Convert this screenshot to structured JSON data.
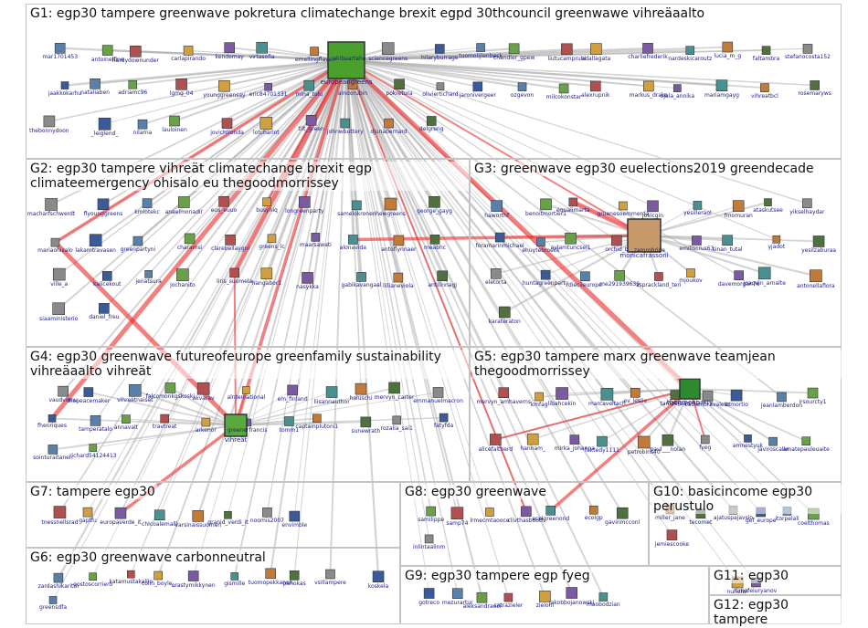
{
  "groups": [
    {
      "id": "G1",
      "label": "G1: egp30 tampere greenwave pokretura climatechange brexit egpd 30thcouncil greenwawe vihreäaalto"
    },
    {
      "id": "G2",
      "label": "G2: egp30 tampere vihreät climatechange brexit egp climateemergency ohisalo eu thegoodmorrissey"
    },
    {
      "id": "G3",
      "label": "G3: greenwave egp30 euelections2019 greendecade"
    },
    {
      "id": "G4",
      "label": "G4: egp30 greenwave futureofeurope greenfamily sustainability vihreäaalto vihreät"
    },
    {
      "id": "G5",
      "label": "G5: egp30 tampere marx greenwave teamjean thegoodmorrissey"
    },
    {
      "id": "G6",
      "label": "G6: egp30 greenwave carbonneutral"
    },
    {
      "id": "G7",
      "label": "G7: tampere egp30"
    },
    {
      "id": "G8",
      "label": "G8: egp30 greenwave"
    },
    {
      "id": "G9",
      "label": "G9: egp30 tampere egp fyeg"
    },
    {
      "id": "G10",
      "label": "G10: basicincome egp30 perustulo"
    },
    {
      "id": "G11",
      "label": "G11: egp30"
    },
    {
      "id": "G12",
      "label": "G12: egp30 tampere"
    }
  ],
  "hubs": [
    {
      "id": "europeangreens",
      "label": "europeangreens",
      "group": "G1",
      "color": "#4aa02c"
    },
    {
      "id": "monicafrassoni",
      "label": "monicafrassoni",
      "group": "G3",
      "color": "#c89a6a"
    },
    {
      "id": "thegreenparty",
      "label": "thegreenparty",
      "group": "G5",
      "color": "#2f8a2f"
    },
    {
      "id": "vihreat",
      "label": "vihreät",
      "group": "G4",
      "color": "#5aa840"
    }
  ],
  "nodes": [
    {
      "id": "n1",
      "label": "mar1701453",
      "group": "G1"
    },
    {
      "id": "n2",
      "label": "antoinelfine",
      "group": "G1"
    },
    {
      "id": "n3",
      "label": "hardydownunder",
      "group": "G1"
    },
    {
      "id": "n4",
      "label": "carlapirando",
      "group": "G1"
    },
    {
      "id": "n5",
      "label": "kendemay",
      "group": "G1"
    },
    {
      "id": "n6",
      "label": "virtasofia",
      "group": "G1"
    },
    {
      "id": "n7",
      "label": "emellingflavel",
      "group": "G1"
    },
    {
      "id": "n8",
      "label": "akibaartaho",
      "group": "G1"
    },
    {
      "id": "n9",
      "label": "sciencegreens",
      "group": "G1"
    },
    {
      "id": "n10",
      "label": "hilaryburrage",
      "group": "G1"
    },
    {
      "id": "n11",
      "label": "tuomolijlenbeck",
      "group": "G1"
    },
    {
      "id": "n12",
      "label": "chandler_gpew",
      "group": "G1"
    },
    {
      "id": "n13",
      "label": "liutucamprubi",
      "group": "G1"
    },
    {
      "id": "n14",
      "label": "adallagata",
      "group": "G1"
    },
    {
      "id": "n15",
      "label": "charliefrederik",
      "group": "G1"
    },
    {
      "id": "n16",
      "label": "nardeskicaroutz",
      "group": "G1"
    },
    {
      "id": "n17",
      "label": "lucia_m_g",
      "group": "G1"
    },
    {
      "id": "n18",
      "label": "faltambra",
      "group": "G1"
    },
    {
      "id": "n19",
      "label": "stefanocosta152",
      "group": "G1"
    },
    {
      "id": "n20",
      "label": "jaakkokarhu",
      "group": "G1"
    },
    {
      "id": "n21",
      "label": "nataliaben",
      "group": "G1"
    },
    {
      "id": "n22",
      "label": "adriamc96",
      "group": "G1"
    },
    {
      "id": "n23",
      "label": "lgmg_04",
      "group": "G1"
    },
    {
      "id": "n24",
      "label": "younggreensay",
      "group": "G1"
    },
    {
      "id": "n25",
      "label": "eric84701331",
      "group": "G1"
    },
    {
      "id": "n26",
      "label": "mina_tolu",
      "group": "G1"
    },
    {
      "id": "n27",
      "label": "aindorubin",
      "group": "G1"
    },
    {
      "id": "n28",
      "label": "pokretura",
      "group": "G1"
    },
    {
      "id": "n29",
      "label": "oliviertichard",
      "group": "G1"
    },
    {
      "id": "n30",
      "label": "jaronivergeer",
      "group": "G1"
    },
    {
      "id": "n31",
      "label": "ozgevon",
      "group": "G1"
    },
    {
      "id": "n32",
      "label": "milcokonstar",
      "group": "G1"
    },
    {
      "id": "n33",
      "label": "alexrupnik",
      "group": "G1"
    },
    {
      "id": "n34",
      "label": "markus_drake",
      "group": "G1"
    },
    {
      "id": "n35",
      "label": "ojala_annika",
      "group": "G1"
    },
    {
      "id": "n36",
      "label": "mariamgayg",
      "group": "G1"
    },
    {
      "id": "n37",
      "label": "vihreatbcl",
      "group": "G1"
    },
    {
      "id": "n38",
      "label": "rosemaryws",
      "group": "G1"
    },
    {
      "id": "n39",
      "label": "thebonnydoon",
      "group": "G1"
    },
    {
      "id": "n40",
      "label": "_leiglend_",
      "group": "G1"
    },
    {
      "id": "n41",
      "label": "nilarna",
      "group": "G1"
    },
    {
      "id": "n42",
      "label": "lauloinen",
      "group": "G1"
    },
    {
      "id": "n43",
      "label": "jovichironda",
      "group": "G1"
    },
    {
      "id": "n44",
      "label": "lotcharlot",
      "group": "G1"
    },
    {
      "id": "n45",
      "label": "tilt_green",
      "group": "G1"
    },
    {
      "id": "n46",
      "label": "johnwbuttery",
      "group": "G1"
    },
    {
      "id": "n47",
      "label": "djunabernard",
      "group": "G1"
    },
    {
      "id": "n48",
      "label": "delgreng",
      "group": "G1"
    },
    {
      "id": "n49",
      "label": "macharfschwerdt",
      "group": "G2"
    },
    {
      "id": "n50",
      "label": "flyounggreens",
      "group": "G2"
    },
    {
      "id": "n51",
      "label": "kmlotekc",
      "group": "G2"
    },
    {
      "id": "n52",
      "label": "anaelmonadir",
      "group": "G2"
    },
    {
      "id": "n53",
      "label": "eus_euuo",
      "group": "G2"
    },
    {
      "id": "n54",
      "label": "busyhiq",
      "group": "G2"
    },
    {
      "id": "n55",
      "label": "longreenparty",
      "group": "G2"
    },
    {
      "id": "n56",
      "label": "samelokronen",
      "group": "G2"
    },
    {
      "id": "n57",
      "label": "hewgreens",
      "group": "G2"
    },
    {
      "id": "n58",
      "label": "george_gayg",
      "group": "G2"
    },
    {
      "id": "n59",
      "label": "mariaohisalo",
      "group": "G2"
    },
    {
      "id": "n60",
      "label": "lakamtravasen",
      "group": "G2"
    },
    {
      "id": "n61",
      "label": "greenpartyni",
      "group": "G2"
    },
    {
      "id": "n62",
      "label": "charamsi",
      "group": "G2"
    },
    {
      "id": "n63",
      "label": "clarebellaygni",
      "group": "G2"
    },
    {
      "id": "n64",
      "label": "greens_lc",
      "group": "G2"
    },
    {
      "id": "n65",
      "label": "maarsawati",
      "group": "G2"
    },
    {
      "id": "n66",
      "label": "alonavida",
      "group": "G2"
    },
    {
      "id": "n67",
      "label": "antoflynnaer",
      "group": "G2"
    },
    {
      "id": "n68",
      "label": "meabhc",
      "group": "G2"
    },
    {
      "id": "n69",
      "label": "ville_a",
      "group": "G2"
    },
    {
      "id": "n70",
      "label": "kalicekout",
      "group": "G2"
    },
    {
      "id": "n71",
      "label": "jenatsura",
      "group": "G2"
    },
    {
      "id": "n72",
      "label": "jochanito",
      "group": "G2"
    },
    {
      "id": "n73",
      "label": "liris_suomela",
      "group": "G2"
    },
    {
      "id": "n74",
      "label": "hangabor1",
      "group": "G2"
    },
    {
      "id": "n75",
      "label": "nasykka",
      "group": "G2"
    },
    {
      "id": "n76",
      "label": "gabikavangaal",
      "group": "G2"
    },
    {
      "id": "n77",
      "label": "lillianeviola",
      "group": "G2"
    },
    {
      "id": "n78",
      "label": "antilinnagj",
      "group": "G2"
    },
    {
      "id": "n79",
      "label": "siaaministerio",
      "group": "G2"
    },
    {
      "id": "n80",
      "label": "daniel_freu",
      "group": "G2"
    },
    {
      "id": "n81",
      "label": "haworthf",
      "group": "G3"
    },
    {
      "id": "n82",
      "label": "benoitmortier1",
      "group": "G3"
    },
    {
      "id": "n83",
      "label": "equalimarta",
      "group": "G3"
    },
    {
      "id": "n84",
      "label": "gruenesoemmerda",
      "group": "G3"
    },
    {
      "id": "n85",
      "label": "jovicgin",
      "group": "G3"
    },
    {
      "id": "n86",
      "label": "yesilleraol",
      "group": "G3"
    },
    {
      "id": "n87",
      "label": "fmomuran",
      "group": "G3"
    },
    {
      "id": "n88",
      "label": "ataskutsee",
      "group": "G3"
    },
    {
      "id": "n89",
      "label": "yikselhaydar",
      "group": "G3"
    },
    {
      "id": "n90",
      "label": "foramarinmichael",
      "group": "G3"
    },
    {
      "id": "n91",
      "label": "ehuytebroeck",
      "group": "G3"
    },
    {
      "id": "n92",
      "label": "aylamtuncsel1",
      "group": "G3"
    },
    {
      "id": "n93",
      "label": "orchid_b",
      "group": "G3"
    },
    {
      "id": "n94",
      "label": "zamrobride",
      "group": "G3"
    },
    {
      "id": "n95",
      "label": "emiliscrus63",
      "group": "G3"
    },
    {
      "id": "n96",
      "label": "sinan_tutal",
      "group": "G3"
    },
    {
      "id": "n97",
      "label": "yjadot",
      "group": "G3"
    },
    {
      "id": "n98",
      "label": "yesilzaburaa",
      "group": "G3"
    },
    {
      "id": "n99",
      "label": "eletorta",
      "group": "G3"
    },
    {
      "id": "n100",
      "label": "huntagreenparty",
      "group": "G3"
    },
    {
      "id": "n101",
      "label": "diecileurope",
      "group": "G3"
    },
    {
      "id": "n102",
      "label": "me291939639",
      "group": "G3"
    },
    {
      "id": "n103",
      "label": "zsprackland_teri",
      "group": "G3"
    },
    {
      "id": "n104",
      "label": "mjoukov",
      "group": "G3"
    },
    {
      "id": "n105",
      "label": "davemorgan76",
      "group": "G3"
    },
    {
      "id": "n106",
      "label": "joaquin_arnalte",
      "group": "G3"
    },
    {
      "id": "n107",
      "label": "antonellaflora",
      "group": "G3"
    },
    {
      "id": "n108",
      "label": "karateraton",
      "group": "G3"
    },
    {
      "id": "n109",
      "label": "vaudvianu",
      "group": "G4"
    },
    {
      "id": "n110",
      "label": "thepeacemaker",
      "group": "G4"
    },
    {
      "id": "n111",
      "label": "vihreatnaiset",
      "group": "G4"
    },
    {
      "id": "n112",
      "label": "falcomonkgskoski",
      "group": "G4"
    },
    {
      "id": "n113",
      "label": "akvarav",
      "group": "G4"
    },
    {
      "id": "n114",
      "label": "alnternational",
      "group": "G4"
    },
    {
      "id": "n115",
      "label": "em_finland",
      "group": "G4"
    },
    {
      "id": "n116",
      "label": "liisannauthor",
      "group": "G4"
    },
    {
      "id": "n117",
      "label": "haluschi",
      "group": "G4"
    },
    {
      "id": "n118",
      "label": "mervyn_carter",
      "group": "G4"
    },
    {
      "id": "n119",
      "label": "emmanuelmacron",
      "group": "G4"
    },
    {
      "id": "n120",
      "label": "fhenriques",
      "group": "G4"
    },
    {
      "id": "n121",
      "label": "tamperatalo",
      "group": "G4"
    },
    {
      "id": "n122",
      "label": "annavalt",
      "group": "G4"
    },
    {
      "id": "n123",
      "label": "travtreat",
      "group": "G4"
    },
    {
      "id": "n124",
      "label": "arkenor",
      "group": "G4"
    },
    {
      "id": "n125",
      "label": "greenerfrancis",
      "group": "G4"
    },
    {
      "id": "n126",
      "label": "tomm1",
      "group": "G4"
    },
    {
      "id": "n127",
      "label": "captainplutoni1",
      "group": "G4"
    },
    {
      "id": "n128",
      "label": "sunewrath",
      "group": "G4"
    },
    {
      "id": "n129",
      "label": "rozalia_sai1",
      "group": "G4"
    },
    {
      "id": "n130",
      "label": "fatyfda",
      "group": "G4"
    },
    {
      "id": "n131",
      "label": "sointuraitanen",
      "group": "G4"
    },
    {
      "id": "n132",
      "label": "richard54124413",
      "group": "G4"
    },
    {
      "id": "n133",
      "label": "mervyn_amhaverns",
      "group": "G5"
    },
    {
      "id": "n134",
      "label": "kmfag",
      "group": "G5"
    },
    {
      "id": "n135",
      "label": "libahcekin",
      "group": "G5"
    },
    {
      "id": "n136",
      "label": "marcaveltach",
      "group": "G5"
    },
    {
      "id": "n137",
      "label": "ev_leslie",
      "group": "G5"
    },
    {
      "id": "n138",
      "label": "tamperean",
      "group": "G5"
    },
    {
      "id": "n139",
      "label": "cathenbravalettt",
      "group": "G5"
    },
    {
      "id": "n140",
      "label": "ermortio",
      "group": "G5"
    },
    {
      "id": "n141",
      "label": "jeanlamberdon",
      "group": "G5"
    },
    {
      "id": "n142",
      "label": "irsourcty1",
      "group": "G5"
    },
    {
      "id": "n143",
      "label": "alicefaltherd",
      "group": "G5"
    },
    {
      "id": "n144",
      "label": "hannam_",
      "group": "G5"
    },
    {
      "id": "n145",
      "label": "mirka_johanna",
      "group": "G5"
    },
    {
      "id": "n146",
      "label": "faktedy1111",
      "group": "G5"
    },
    {
      "id": "n147",
      "label": "petrobins40",
      "group": "G5"
    },
    {
      "id": "n148",
      "label": "paul___nolan",
      "group": "G5"
    },
    {
      "id": "n149",
      "label": "fyeg",
      "group": "G5"
    },
    {
      "id": "n150",
      "label": "amnestyuk",
      "group": "G5"
    },
    {
      "id": "n151",
      "label": "javiroscalle",
      "group": "G5"
    },
    {
      "id": "n152",
      "label": "amatepauleuaite",
      "group": "G5"
    },
    {
      "id": "n153",
      "label": "tnessnellsrad",
      "group": "G7"
    },
    {
      "id": "n154",
      "label": "gaptfu",
      "group": "G7"
    },
    {
      "id": "n155",
      "label": "europaverde_it",
      "group": "G7"
    },
    {
      "id": "n156",
      "label": "chlcoalemalll",
      "group": "G7"
    },
    {
      "id": "n157",
      "label": "varsinaissuomen",
      "group": "G7"
    },
    {
      "id": "n158",
      "label": "granid_verdi_it",
      "group": "G7"
    },
    {
      "id": "n159",
      "label": "noomis2007",
      "group": "G7"
    },
    {
      "id": "n160",
      "label": "envimble",
      "group": "G7"
    },
    {
      "id": "n161",
      "label": "zardashikaritm",
      "group": "G6"
    },
    {
      "id": "n162",
      "label": "gostoscorriero",
      "group": "G6"
    },
    {
      "id": "n163",
      "label": "katamustakallio",
      "group": "G6"
    },
    {
      "id": "n164",
      "label": "colin_boyle_",
      "group": "G6"
    },
    {
      "id": "n165",
      "label": "orastymikkynen",
      "group": "G6"
    },
    {
      "id": "n166",
      "label": "gismille",
      "group": "G6"
    },
    {
      "id": "n167",
      "label": "tuomopekkanen",
      "group": "G6"
    },
    {
      "id": "n168",
      "label": "pahokas",
      "group": "G6"
    },
    {
      "id": "n169",
      "label": "vsillampere",
      "group": "G6"
    },
    {
      "id": "n170",
      "label": "koskela",
      "group": "G6"
    },
    {
      "id": "n171",
      "label": "greensdfa",
      "group": "G6"
    },
    {
      "id": "n172",
      "label": "samilippe",
      "group": "G8"
    },
    {
      "id": "n173",
      "label": "samp74",
      "group": "G8"
    },
    {
      "id": "n174",
      "label": "lrmecmtaooce",
      "group": "G8"
    },
    {
      "id": "n175",
      "label": "clivthasbooth",
      "group": "G8"
    },
    {
      "id": "n176",
      "label": "ecolgreenond",
      "group": "G8"
    },
    {
      "id": "n177",
      "label": "ecolgp",
      "group": "G8"
    },
    {
      "id": "n178",
      "label": "gavinmcconl",
      "group": "G8"
    },
    {
      "id": "n179",
      "label": "inlintaalinm",
      "group": "G8"
    },
    {
      "id": "n180",
      "label": "gotreco",
      "group": "G9"
    },
    {
      "id": "n181",
      "label": "mezurartur",
      "group": "G9"
    },
    {
      "id": "n182",
      "label": "aleksandraoci",
      "group": "G9"
    },
    {
      "id": "n183",
      "label": "catrazieler",
      "group": "G9"
    },
    {
      "id": "n184",
      "label": "zieloni",
      "group": "G9"
    },
    {
      "id": "n185",
      "label": "jakobbojanowski",
      "group": "G9"
    },
    {
      "id": "n186",
      "label": "maobodzian",
      "group": "G9"
    },
    {
      "id": "n187",
      "label": "miller_jane",
      "group": "G10"
    },
    {
      "id": "n188",
      "label": "tecomet",
      "group": "G10"
    },
    {
      "id": "n189",
      "label": "ajatuspajavsio",
      "group": "G10"
    },
    {
      "id": "n190",
      "label": "gef_europe",
      "group": "G10"
    },
    {
      "id": "n191",
      "label": "itorpelali",
      "group": "G10"
    },
    {
      "id": "n192",
      "label": "coelthomas",
      "group": "G10"
    },
    {
      "id": "n193",
      "label": "jemiescooke",
      "group": "G10"
    },
    {
      "id": "n194",
      "label": "nuheiwi",
      "group": "G11"
    },
    {
      "id": "n195",
      "label": "timofeiuryanov",
      "group": "G11"
    }
  ],
  "colors": {
    "strong_edge": "#ee2a2a",
    "weak_edge": "#b0b0b0",
    "group_border": "#c4c4c4",
    "node_label": "#1a1a8a"
  }
}
